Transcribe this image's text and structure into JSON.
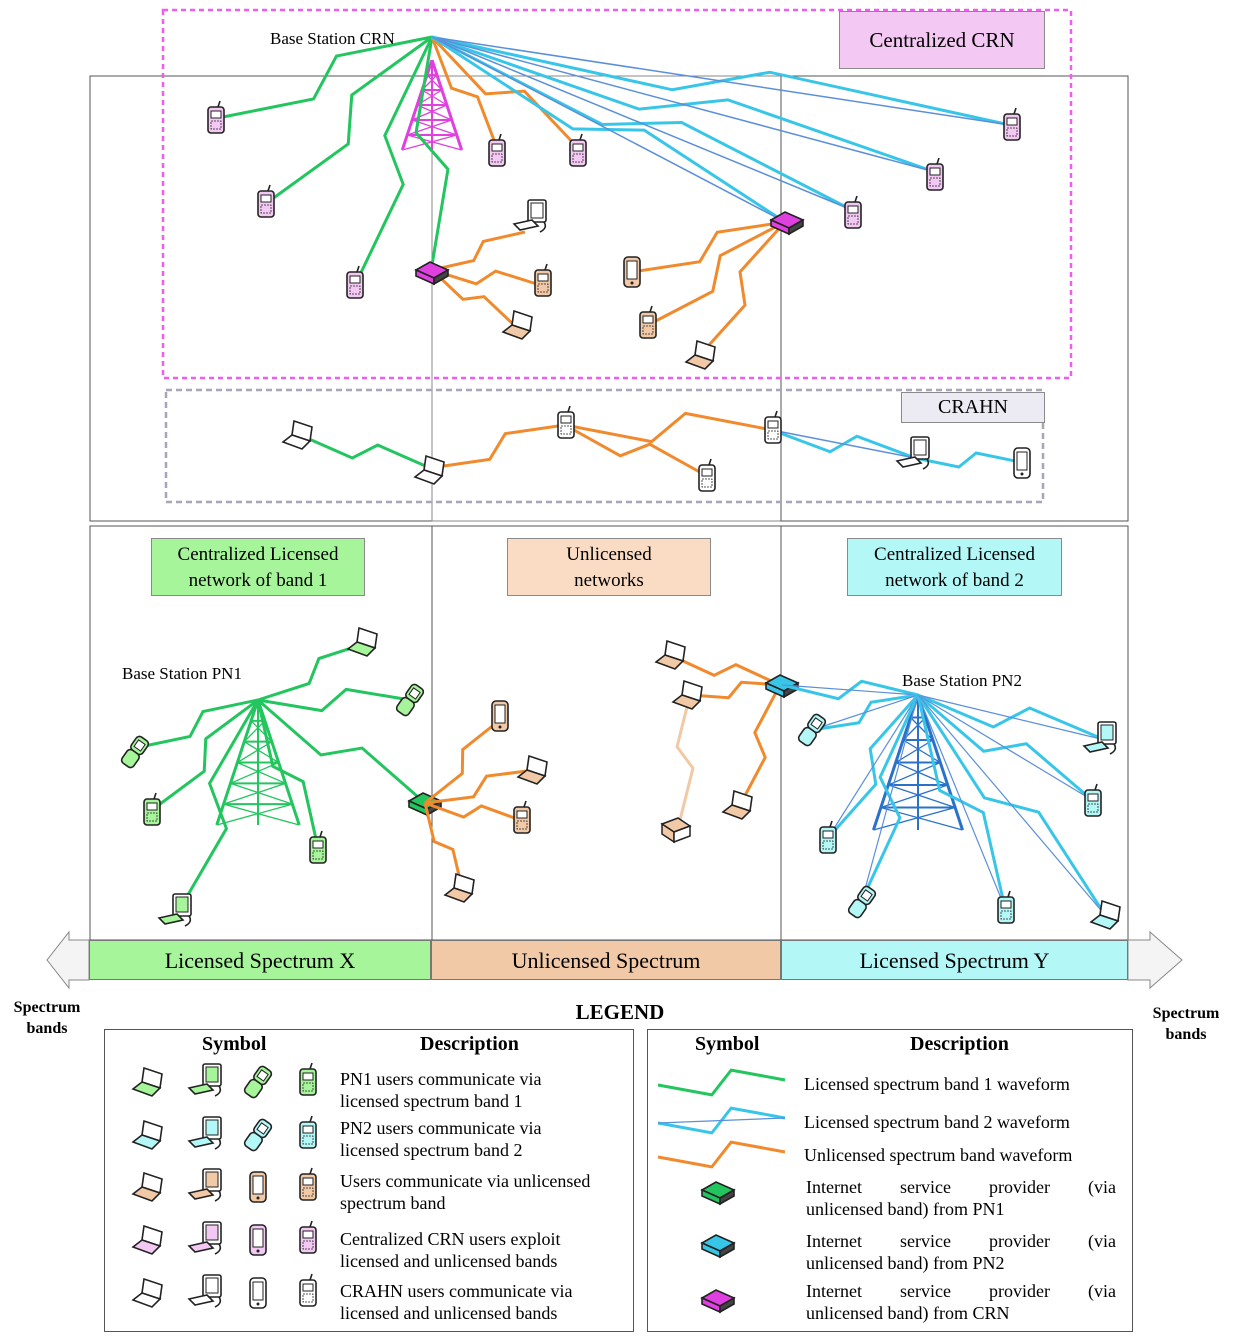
{
  "labels": {
    "bs_crn": "Base Station CRN",
    "centralized_crn": "Centralized CRN",
    "crahn": "CRAHN",
    "licensed_net_1": [
      "Centralized Licensed",
      "network of band 1"
    ],
    "unlicensed_networks": [
      "Unlicensed",
      "networks"
    ],
    "licensed_net_2": [
      "Centralized Licensed",
      "network of band 2"
    ],
    "bs_pn1": "Base Station PN1",
    "bs_pn2": "Base Station PN2"
  },
  "spectrum": {
    "x": "Licensed Spectrum X",
    "unlicensed": "Unlicensed Spectrum",
    "y": "Licensed Spectrum Y",
    "left_arrow": [
      "Spectrum",
      "bands"
    ],
    "right_arrow": [
      "Spectrum",
      "bands"
    ]
  },
  "legend": {
    "title": "LEGEND",
    "symbol_header": "Symbol",
    "description_header": "Description",
    "user_rows": [
      [
        "PN1 users communicate via",
        "licensed spectrum band 1"
      ],
      [
        "PN2 users communicate via",
        "licensed spectrum band 2"
      ],
      [
        "Users communicate via unlicensed",
        "spectrum band"
      ],
      [
        "Centralized CRN users exploit",
        "licensed and unlicensed bands"
      ],
      [
        "CRAHN users communicate via",
        "licensed and unlicensed bands"
      ]
    ],
    "wave_rows": [
      "Licensed spectrum band 1 waveform",
      "Licensed spectrum band 2 waveform",
      "Unlicensed spectrum band waveform"
    ],
    "isp_rows": [
      [
        "Internet service provider (via",
        "unlicensed band)  from PN1"
      ],
      [
        "Internet service provider (via",
        "unlicensed band)  from PN2"
      ],
      [
        "Internet service provider (via",
        "unlicensed band)  from CRN"
      ]
    ]
  },
  "colors": {
    "green": "#22c55e",
    "cyan": "#38c6e8",
    "blue_line": "#5b8fd9",
    "orange": "#f08a2c",
    "magenta": "#e040e0",
    "light_pink": "#f3c8f3",
    "peach": "#f2c9a6",
    "light_green": "#a6f59a",
    "light_cyan": "#b3f7f7",
    "crahn_bg": "#ecebf4"
  }
}
